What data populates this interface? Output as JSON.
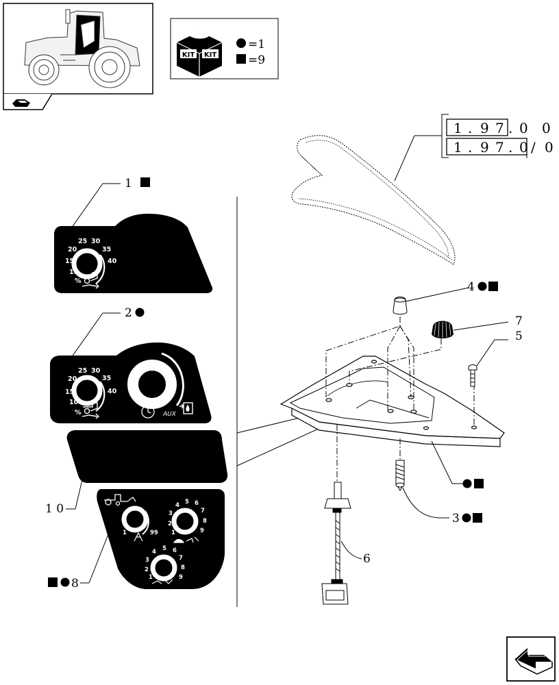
{
  "kit_legend": {
    "kit_label_left": "KIT",
    "kit_label_right": "KIT",
    "circle_value": "=1",
    "square_value": "=9"
  },
  "references": {
    "row1": [
      "1",
      ".",
      "9",
      "7",
      ".",
      "0",
      "0"
    ],
    "row2": [
      "1",
      ".",
      "9",
      "7",
      ".",
      "0",
      "/",
      "0"
    ]
  },
  "callouts": {
    "c1": "1",
    "c2": "2",
    "c10": "1 0",
    "c8": "8",
    "c4": "4",
    "c7": "7",
    "c5": "5",
    "c3": "3",
    "c6": "6"
  },
  "panel1": {
    "ticks": [
      "10",
      "15",
      "20",
      "25",
      "30",
      "35",
      "40"
    ],
    "unit": "%"
  },
  "panel2": {
    "ticks": [
      "10",
      "15",
      "20",
      "25",
      "30",
      "35",
      "40"
    ],
    "unit": "%",
    "aux_label": "AUX"
  },
  "panel8": {
    "knob_a": [
      "1",
      "99"
    ],
    "knob_b": [
      "1",
      "2",
      "3",
      "4",
      "5",
      "6",
      "7",
      "8",
      "9"
    ],
    "knob_c": [
      "1",
      "2",
      "3",
      "4",
      "5",
      "6",
      "7",
      "8",
      "9"
    ]
  }
}
